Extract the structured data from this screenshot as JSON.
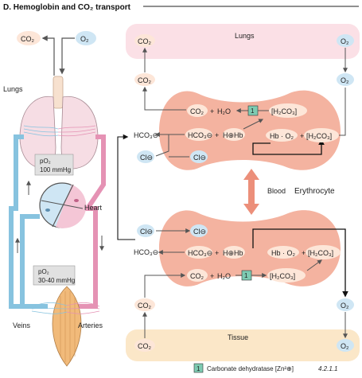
{
  "title": "D. Hemoglobin and CO₂ transport",
  "labels": {
    "co2": "CO₂",
    "o2": "O₂",
    "lungs_left": "Lungs",
    "lungs_band": "Lungs",
    "tissue_band": "Tissue",
    "heart": "Heart",
    "veins": "Veins",
    "arteries": "Arteries",
    "blood": "Blood",
    "erythrocyte": "Erythrocyte",
    "po2_lung_label": "pO₂",
    "po2_lung_value": "100 mmHg",
    "po2_tissue_label": "pO₂",
    "po2_tissue_value": "30-40 mmHg",
    "h2o": "H₂O",
    "h2co3": "[H₂CO₃]",
    "hco3": "HCO₃⊖",
    "h_plus": "H⊕",
    "hb": "Hb",
    "h_hb": "H⊕Hb",
    "hb_o2": "Hb · O₂",
    "cl": "Cl⊖",
    "plus": "+",
    "enzyme_num": "1",
    "footnote": "Carbonate dehydratase [Zn²⊕]",
    "ec": "4.2.1.1"
  },
  "colors": {
    "cell": "#f4b3a0",
    "lung_band": "#fbe0e6",
    "tissue_band": "#fbe7c8",
    "pill": "#fde6d8",
    "o2_bubble": "#cfe6f4",
    "enzyme_box": "#7ecbb2",
    "vein": "#87c3df",
    "artery": "#e592b4",
    "muscle": "#f1ba7a",
    "arrow": "#555555"
  }
}
